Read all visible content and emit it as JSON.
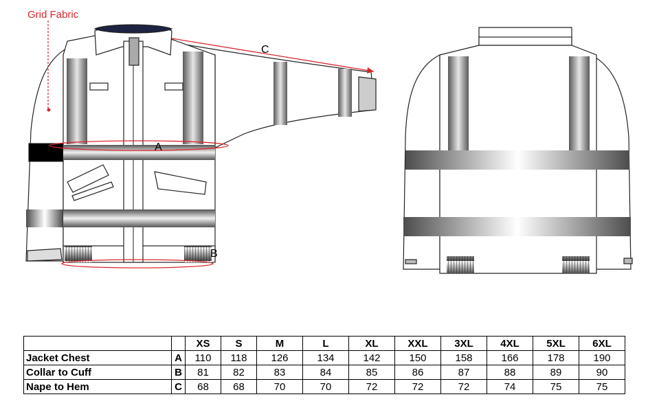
{
  "labels": {
    "grid_fabric": "Grid Fabric",
    "a": "A",
    "b": "B",
    "c": "C"
  },
  "table": {
    "sizes": [
      "XS",
      "S",
      "M",
      "L",
      "XL",
      "XXL",
      "3XL",
      "4XL",
      "5XL",
      "6XL"
    ],
    "rows": [
      {
        "label": "Jacket Chest",
        "code": "A",
        "values": [
          "110",
          "118",
          "126",
          "134",
          "142",
          "150",
          "158",
          "166",
          "178",
          "190"
        ]
      },
      {
        "label": "Collar to Cuff",
        "code": "B",
        "values": [
          "81",
          "82",
          "83",
          "84",
          "85",
          "86",
          "87",
          "88",
          "89",
          "90"
        ]
      },
      {
        "label": "Nape to Hem",
        "code": "C",
        "values": [
          "68",
          "68",
          "70",
          "70",
          "72",
          "72",
          "72",
          "74",
          "75",
          "75"
        ]
      }
    ]
  },
  "colors": {
    "annotation": "#d9262b",
    "tape_dark": "#555555",
    "tape_light": "#f2f2f2",
    "panel_black": "#000000"
  },
  "icons": [
    "jacket-front-drawing",
    "jacket-back-drawing"
  ]
}
